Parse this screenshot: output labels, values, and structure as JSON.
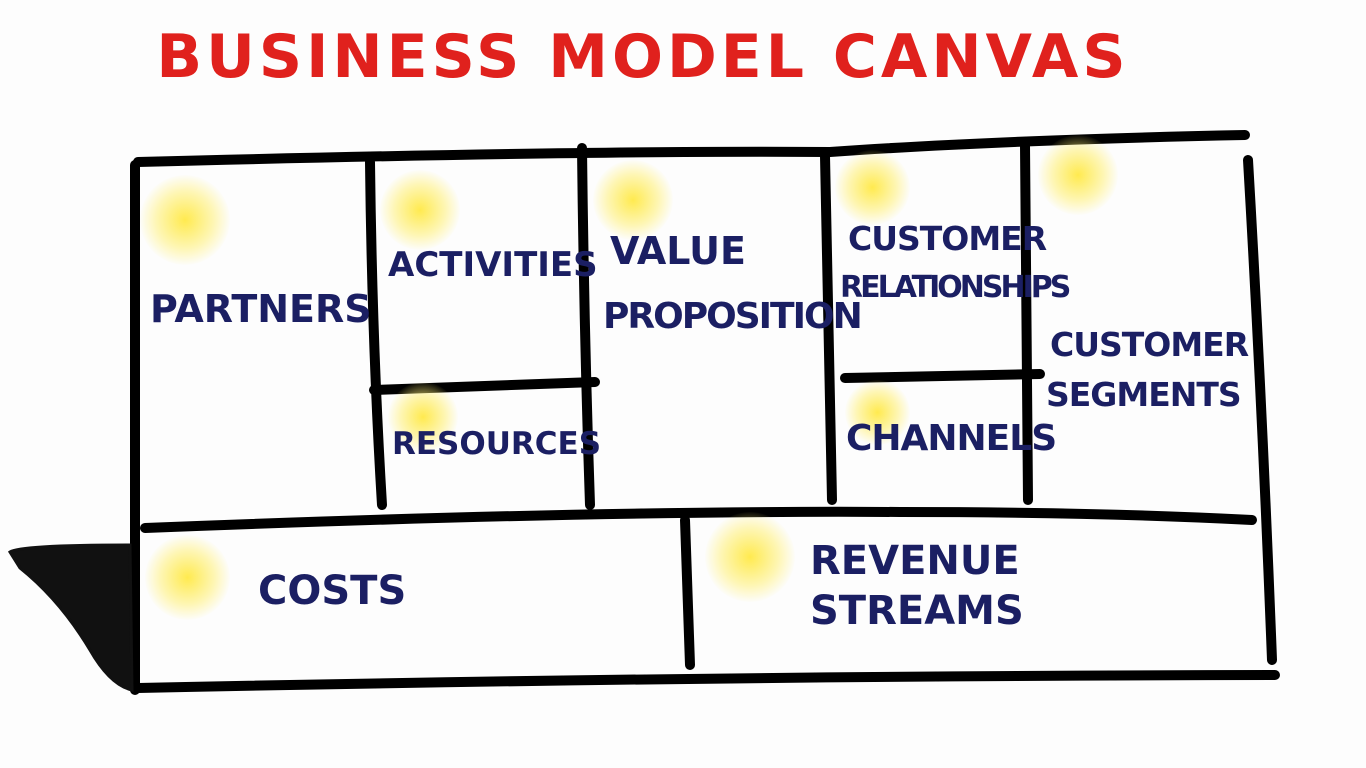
{
  "title": "Business Model Canvas",
  "blocks": {
    "partners": "Partners",
    "activities": "Activities",
    "resources": "Resources",
    "value_line1": "Value",
    "value_line2": "Proposition",
    "relationships_line1": "Customer",
    "relationships_line2": "Relationships",
    "channels": "Channels",
    "segments_line1": "Customer",
    "segments_line2": "Segments",
    "costs": "Costs",
    "revenue_line1": "Revenue",
    "revenue_line2": "Streams"
  },
  "colors": {
    "title": "#e0211d",
    "labels": "#1b1f63",
    "lines": "#000000",
    "sticky_dot": "#ffe946"
  }
}
